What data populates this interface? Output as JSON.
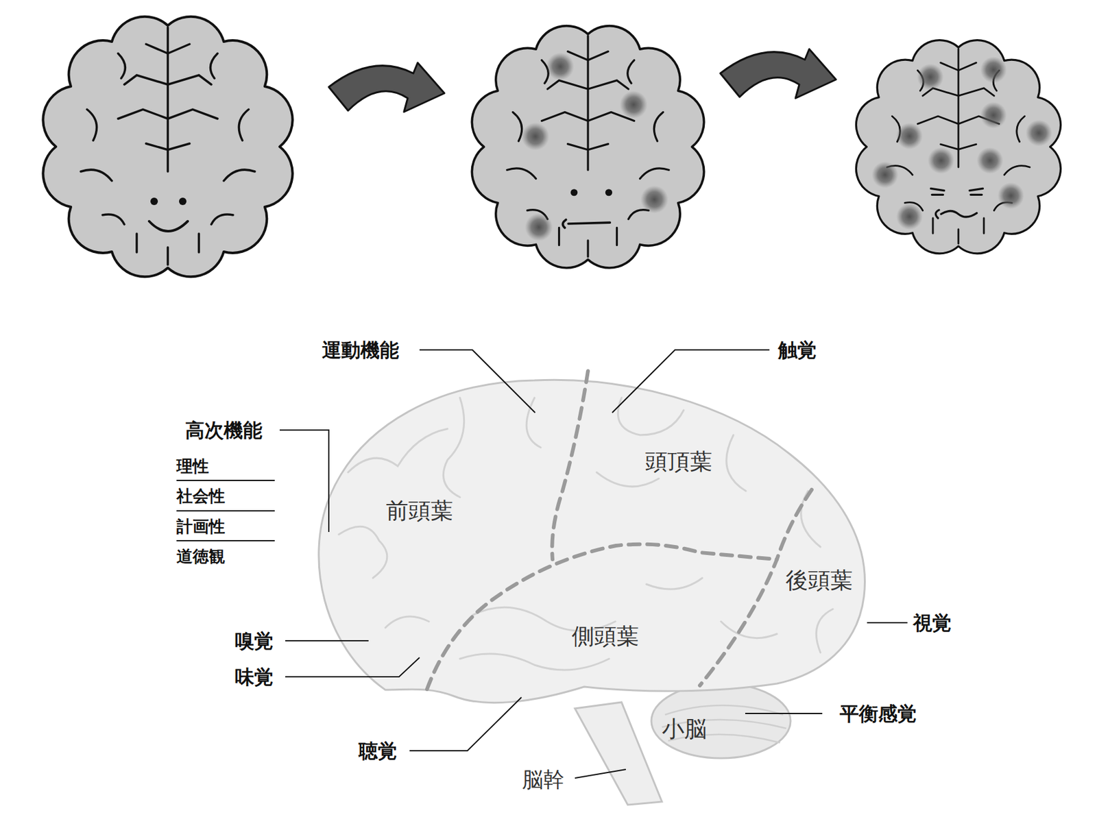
{
  "diagram": {
    "labels": [
      "運動機能",
      "触覚",
      "高次機能",
      "理性",
      "社会性",
      "計画性",
      "道徳観",
      "頭頂葉",
      "前頭葉",
      "後頭葉",
      "視覚",
      "側頭葉",
      "嗅覚",
      "味覚",
      "平衡感覚",
      "小脳",
      "聴覚",
      "脳幹"
    ]
  }
}
